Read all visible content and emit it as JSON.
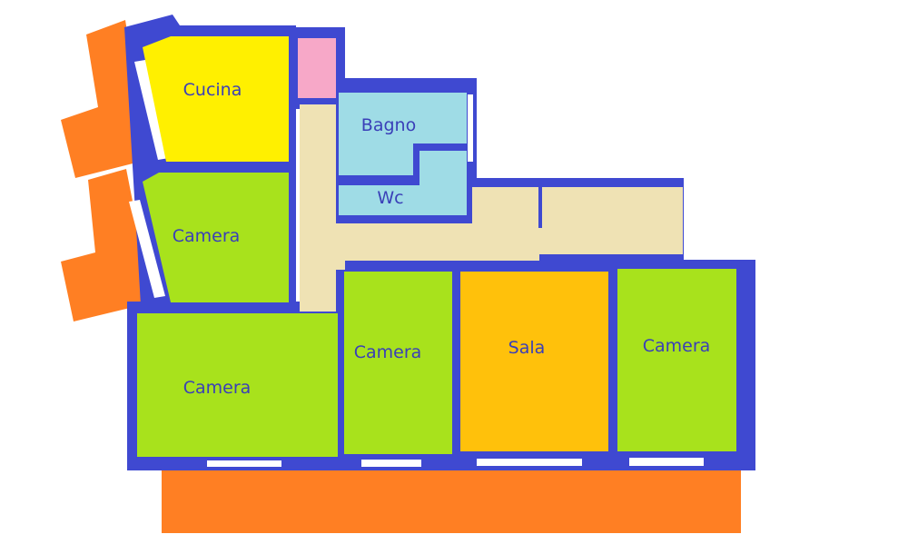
{
  "colors": {
    "wall": "#3f49d1",
    "kitchen": "#fff000",
    "bedroom": "#a8e21c",
    "living": "#ffc10b",
    "bathroom": "#9fdce6",
    "corridor": "#efe2b4",
    "closet": "#f7a8c8",
    "balcony": "#ff7f23",
    "window": "#ffffff",
    "label": "#3a3fb8"
  },
  "rooms": {
    "kitchen": "Cucina",
    "bathroom": "Bagno",
    "wc": "Wc",
    "bedroom_upper_left": "Camera",
    "bedroom_lower_left": "Camera",
    "bedroom_center": "Camera",
    "living_room": "Sala",
    "bedroom_right": "Camera"
  }
}
